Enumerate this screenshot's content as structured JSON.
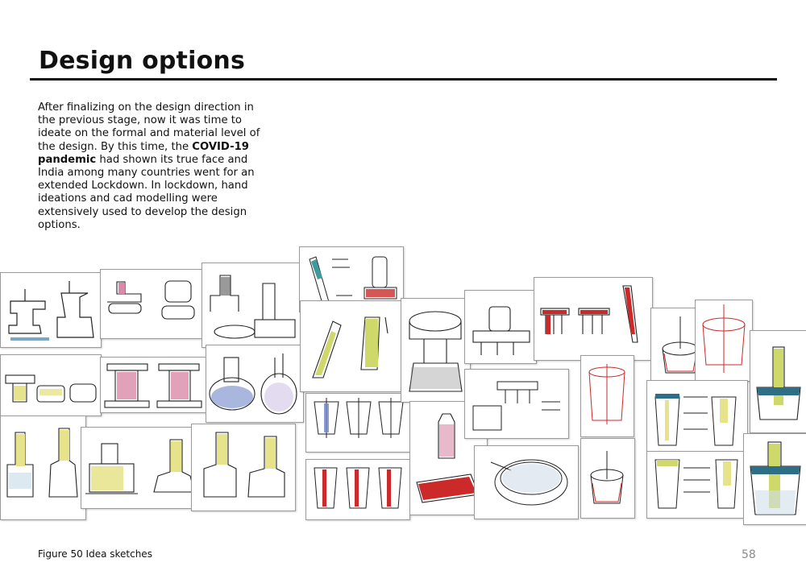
{
  "page": {
    "title": "Design options",
    "body_parts": [
      "After finalizing on the design direction in the previous stage, now it was time to ideate on the formal and material level of the design. By this time, the ",
      "COVID-19 pandemic",
      " had shown its true face and India among many countries went for an extended Lockdown. In lockdown, hand ideations and cad modelling were extensively used to develop the design options."
    ],
    "figure_caption": "Figure 50 Idea sketches",
    "page_number": "58"
  },
  "collage": {
    "accent_colors": {
      "pink": "#d98aa6",
      "red": "#cc2a2a",
      "yellow": "#e6e38a",
      "green_yellow": "#cfd86b",
      "blue": "#6f86c6",
      "ink": "#222222"
    }
  }
}
